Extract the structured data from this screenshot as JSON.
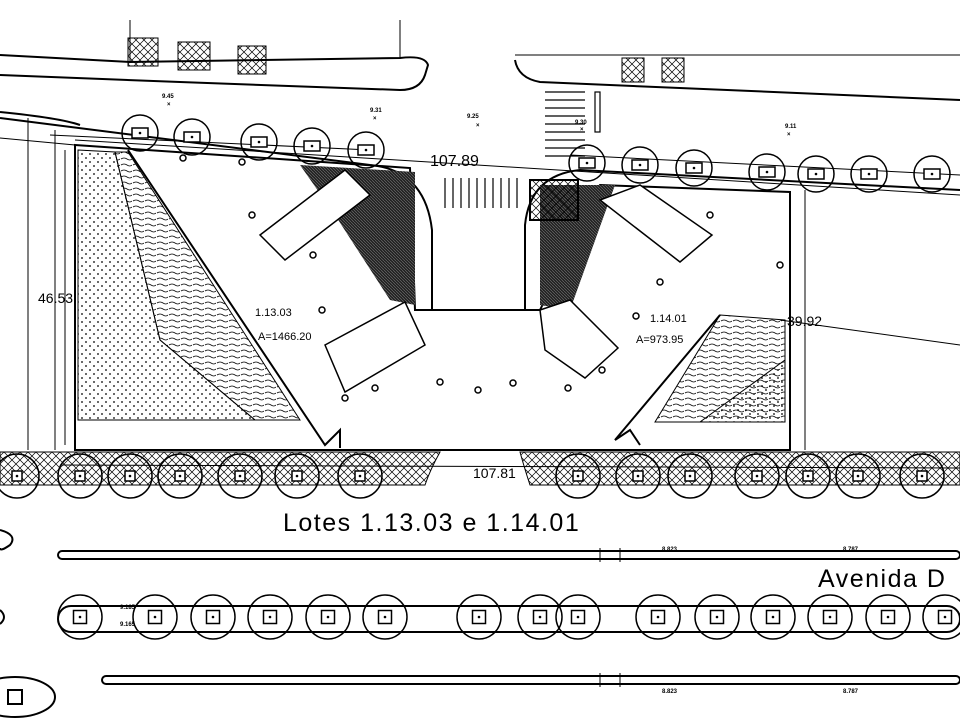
{
  "drawing": {
    "title": "Lotes 1.13.03 e 1.14.01",
    "street_label": "Avenida D",
    "dimensions": {
      "top": "107.89",
      "bottom": "107.81",
      "left": "46.53",
      "right": "39.92"
    },
    "lots": [
      {
        "id": "1.13.03",
        "area": "A=1466.20"
      },
      {
        "id": "1.14.01",
        "area": "A=973.95"
      }
    ],
    "elevations": {
      "e1": "9.45",
      "e2": "9.31",
      "e3": "9.25",
      "e4": "9.30",
      "e5": "9.11",
      "e6": "8.823",
      "e7": "8.787",
      "e8": "9.185",
      "e9": "9.165",
      "e10": "8.823",
      "e11": "8.787"
    },
    "colors": {
      "line": "#000000",
      "background": "#ffffff"
    }
  }
}
